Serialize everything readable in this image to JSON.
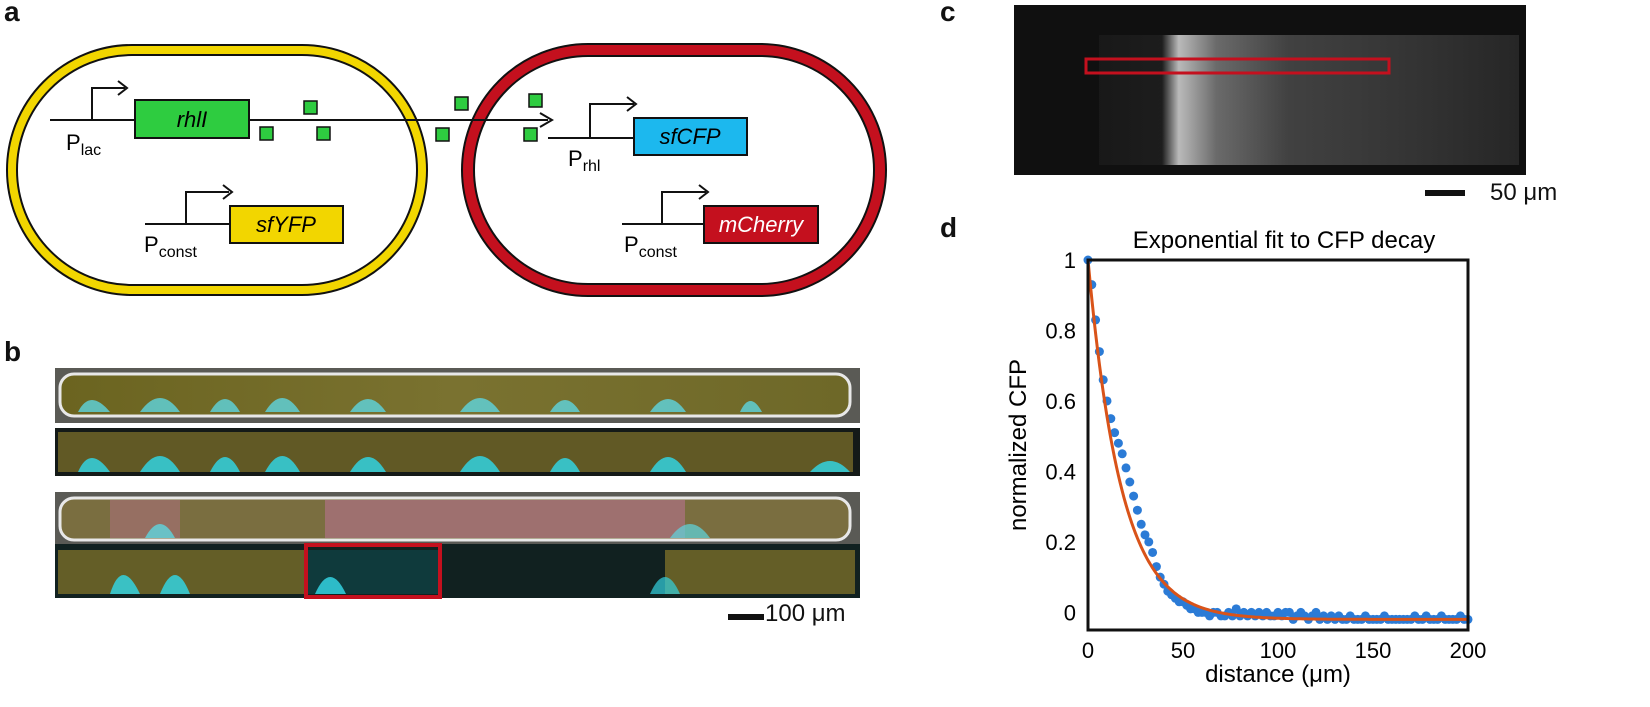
{
  "panels": {
    "a": {
      "letter": "a",
      "genes": {
        "rhlI": "rhlI",
        "sfYFP": "sfYFP",
        "sfCFP": "sfCFP",
        "mCherry": "mCherry"
      },
      "promoters": {
        "lac": {
          "base": "P",
          "sub": "lac"
        },
        "const_left": {
          "base": "P",
          "sub": "const"
        },
        "rhl": {
          "base": "P",
          "sub": "rhl"
        },
        "const_right": {
          "base": "P",
          "sub": "const"
        }
      },
      "colors": {
        "yellow_cell": "#f2d600",
        "red_cell": "#c4101e",
        "rhlI": "#2ecc40",
        "sfYFP": "#f2d600",
        "sfCFP": "#1cb8ee",
        "mCherry": "#c4101e",
        "signal": "#2ecc40"
      }
    },
    "b": {
      "letter": "b",
      "scale_bar": "100 μm"
    },
    "c": {
      "letter": "c",
      "scale_bar": "50 μm"
    },
    "d": {
      "letter": "d"
    }
  },
  "chart_data": {
    "type": "scatter",
    "title": "Exponential fit to CFP decay",
    "xlabel": "distance (μm)",
    "ylabel": "normalized CFP",
    "xlim": [
      0,
      200
    ],
    "ylim": [
      -0.05,
      1.0
    ],
    "xticks": [
      0,
      50,
      100,
      150,
      200
    ],
    "yticks": [
      0,
      0.2,
      0.4,
      0.6,
      0.8,
      1
    ],
    "ytick_labels": [
      "0",
      "0.2",
      "0.4",
      "0.6",
      "0.8",
      "1"
    ],
    "series": [
      {
        "kind": "points",
        "color": "#2b7bd6",
        "x": [
          0,
          2,
          4,
          6,
          8,
          10,
          12,
          14,
          16,
          18,
          20,
          22,
          24,
          26,
          28,
          30,
          32,
          34,
          36,
          38,
          40,
          42,
          44,
          46,
          48,
          50,
          52,
          54,
          56,
          58,
          60,
          62,
          64,
          66,
          68,
          70,
          72,
          74,
          76,
          78,
          80,
          82,
          84,
          86,
          88,
          90,
          92,
          94,
          96,
          98,
          100,
          102,
          104,
          106,
          108,
          110,
          112,
          114,
          116,
          118,
          120,
          122,
          124,
          126,
          128,
          130,
          132,
          134,
          136,
          138,
          140,
          142,
          144,
          146,
          148,
          150,
          152,
          154,
          156,
          158,
          160,
          162,
          164,
          166,
          168,
          170,
          172,
          174,
          176,
          178,
          180,
          182,
          184,
          186,
          188,
          190,
          192,
          194,
          196,
          198,
          200
        ],
        "y": [
          1.0,
          0.93,
          0.83,
          0.74,
          0.66,
          0.6,
          0.55,
          0.51,
          0.48,
          0.45,
          0.41,
          0.37,
          0.33,
          0.29,
          0.25,
          0.22,
          0.2,
          0.17,
          0.13,
          0.1,
          0.08,
          0.06,
          0.05,
          0.04,
          0.03,
          0.03,
          0.02,
          0.01,
          0.01,
          0.0,
          0.0,
          0.0,
          -0.01,
          0.0,
          0.0,
          -0.01,
          -0.01,
          0.0,
          -0.01,
          0.01,
          -0.01,
          0.0,
          -0.01,
          0.0,
          -0.01,
          0.0,
          -0.01,
          0.0,
          -0.01,
          -0.01,
          0.0,
          -0.01,
          0.0,
          0.0,
          -0.02,
          -0.01,
          0.0,
          -0.01,
          -0.02,
          -0.01,
          0.0,
          -0.02,
          -0.01,
          -0.02,
          -0.01,
          -0.02,
          -0.01,
          -0.02,
          -0.02,
          -0.01,
          -0.02,
          -0.02,
          -0.02,
          -0.01,
          -0.02,
          -0.02,
          -0.02,
          -0.02,
          -0.01,
          -0.02,
          -0.02,
          -0.02,
          -0.02,
          -0.02,
          -0.02,
          -0.02,
          -0.01,
          -0.02,
          -0.02,
          -0.01,
          -0.02,
          -0.02,
          -0.02,
          -0.01,
          -0.02,
          -0.02,
          -0.02,
          -0.02,
          -0.01,
          -0.02,
          -0.02
        ]
      },
      {
        "kind": "fit_line",
        "color": "#d95319",
        "model": "y = 1.02*exp(-x/17.5) - 0.02"
      }
    ],
    "grid": false,
    "legend": "none"
  }
}
